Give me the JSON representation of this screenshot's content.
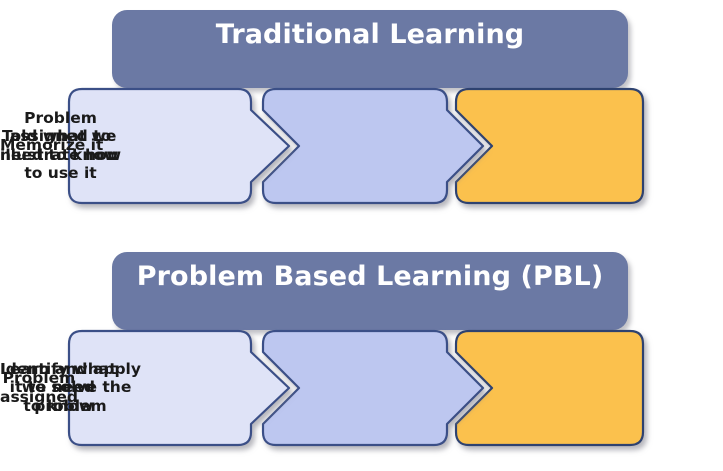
{
  "colors": {
    "banner_fill": "#6b79a4",
    "banner_text": "#ffffff",
    "step1_fill": "#dfe3f7",
    "step2_fill": "#bdc7f0",
    "step3_fill": "#fbc14e",
    "stroke": "#3a4f87",
    "orange_stroke": "#2f4370",
    "text": "#1a1a1a",
    "page_background": "#ffffff"
  },
  "sections": [
    {
      "id": "traditional-learning",
      "banner_label": "Traditional Learning",
      "steps": [
        {
          "id": "step-1",
          "label": "Told what we\nneed to know",
          "fill": "#dfe3f7"
        },
        {
          "id": "step-2",
          "label": "Memorize it",
          "fill": "#bdc7f0"
        },
        {
          "id": "step-3",
          "label": "Problem\nassigned to\nillustrate how\nto use it",
          "fill": "#fbc14e"
        }
      ]
    },
    {
      "id": "problem-based-learning",
      "banner_label": "Problem Based Learning (PBL)",
      "steps": [
        {
          "id": "step-1",
          "label": "Problem\nassigned",
          "fill": "#dfe3f7"
        },
        {
          "id": "step-2",
          "label": "Identify what\nwe need\nto know",
          "fill": "#bdc7f0"
        },
        {
          "id": "step-3",
          "label": "Learn and apply\nit to solve the\nproblem",
          "fill": "#fbc14e"
        }
      ]
    }
  ]
}
